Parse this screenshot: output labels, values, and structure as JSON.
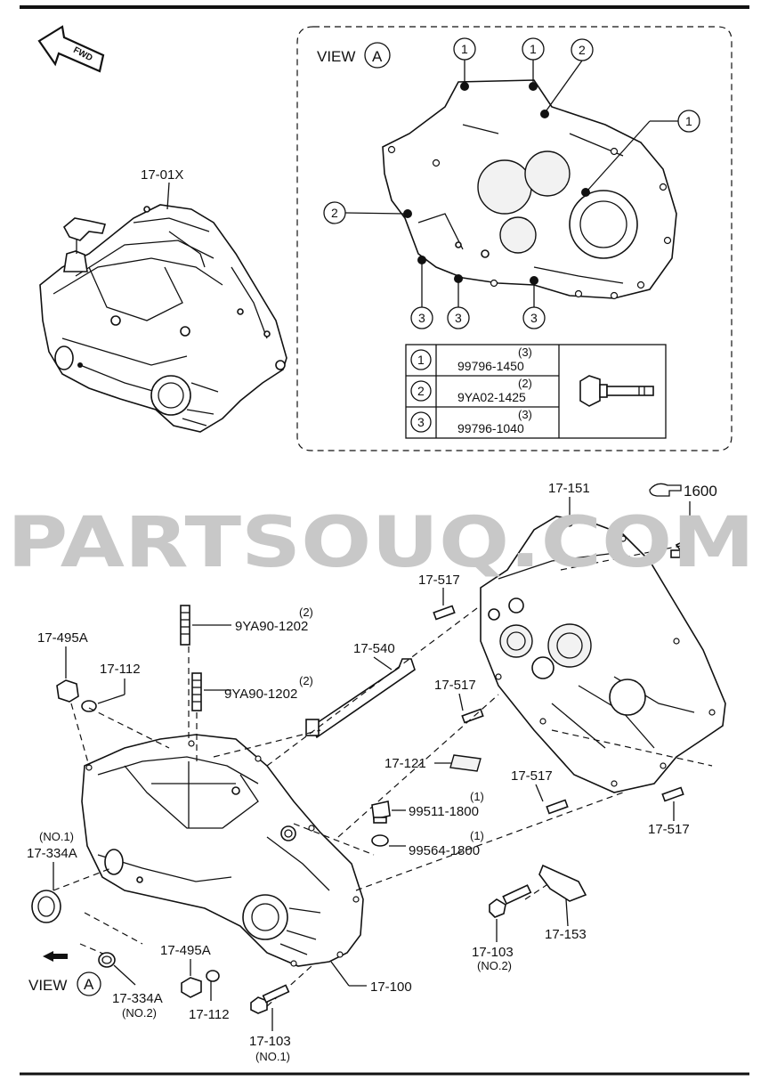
{
  "header": {
    "fwd_label": "FWD"
  },
  "view_a_inset": {
    "title": "VIEW",
    "view_letter": "A",
    "callouts": [
      "1",
      "1",
      "2",
      "1",
      "2",
      "3",
      "3",
      "3"
    ],
    "bolt_table": {
      "rows": [
        {
          "ref": "1",
          "qty": "(3)",
          "part": "99796-1450"
        },
        {
          "ref": "2",
          "qty": "(2)",
          "part": "9YA02-1425"
        },
        {
          "ref": "3",
          "qty": "(3)",
          "part": "99796-1040"
        }
      ]
    }
  },
  "assembly_label": "17-01X",
  "watermark": "PARTSOUQ.COM",
  "parts": {
    "p_17_151": "17-151",
    "p_1600": "1600",
    "p_17_517_a": "17-517",
    "p_17_517_b": "17-517",
    "p_17_517_c": "17-517",
    "p_17_517_d": "17-517",
    "p_17_540": "17-540",
    "p_17_495a_top": "17-495A",
    "p_17_112_top": "17-112",
    "p_stud_1": {
      "qty": "(2)",
      "part": "9YA90-1202"
    },
    "p_stud_2": {
      "qty": "(2)",
      "part": "9YA90-1202"
    },
    "p_17_121": "17-121",
    "p_99511": {
      "qty": "(1)",
      "part": "99511-1800"
    },
    "p_99564": {
      "qty": "(1)",
      "part": "99564-1800"
    },
    "p_17_334a_no1": {
      "note": "(NO.1)",
      "part": "17-334A"
    },
    "p_17_153": "17-153",
    "p_17_103_no2": {
      "part": "17-103",
      "note": "(NO.2)"
    },
    "p_17_100": "17-100",
    "p_17_495a_bottom": "17-495A",
    "p_17_112_bottom": "17-112",
    "p_17_334a_no2": {
      "part": "17-334A",
      "note": "(NO.2)"
    },
    "p_17_103_no1": {
      "part": "17-103",
      "note": "(NO.1)"
    }
  },
  "bottom_view": {
    "title": "VIEW",
    "view_letter": "A"
  }
}
